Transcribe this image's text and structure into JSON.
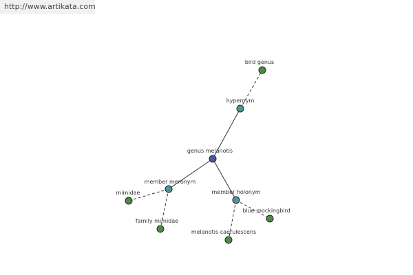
{
  "header": {
    "site_url": "http://www.artikata.com"
  },
  "graph": {
    "colors": {
      "center": "#4a5aa0",
      "relation": "#4f9393",
      "term": "#4e8a45"
    },
    "nodes": [
      {
        "id": "genus-melanotis",
        "label": "genus melanotis",
        "kind": "center"
      },
      {
        "id": "hypernym",
        "label": "hypernym",
        "kind": "relation"
      },
      {
        "id": "bird-genus",
        "label": "bird genus",
        "kind": "term"
      },
      {
        "id": "member-meronym",
        "label": "member meronym",
        "kind": "relation"
      },
      {
        "id": "mimidae",
        "label": "mimidae",
        "kind": "term"
      },
      {
        "id": "family-mimidae",
        "label": "family mimidae",
        "kind": "term"
      },
      {
        "id": "member-holonym",
        "label": "member holonym",
        "kind": "relation"
      },
      {
        "id": "blue-mockingbird",
        "label": "blue mockingbird",
        "kind": "term"
      },
      {
        "id": "melanotis-caerulescens",
        "label": "melanotis caerulescens",
        "kind": "term"
      }
    ],
    "edges": [
      {
        "from": "genus-melanotis",
        "to": "hypernym",
        "style": "solid"
      },
      {
        "from": "hypernym",
        "to": "bird-genus",
        "style": "dashed"
      },
      {
        "from": "genus-melanotis",
        "to": "member-meronym",
        "style": "solid"
      },
      {
        "from": "member-meronym",
        "to": "mimidae",
        "style": "dashed"
      },
      {
        "from": "member-meronym",
        "to": "family-mimidae",
        "style": "dashed"
      },
      {
        "from": "genus-melanotis",
        "to": "member-holonym",
        "style": "solid"
      },
      {
        "from": "member-holonym",
        "to": "blue-mockingbird",
        "style": "dashed"
      },
      {
        "from": "member-holonym",
        "to": "melanotis-caerulescens",
        "style": "dashed"
      }
    ]
  }
}
